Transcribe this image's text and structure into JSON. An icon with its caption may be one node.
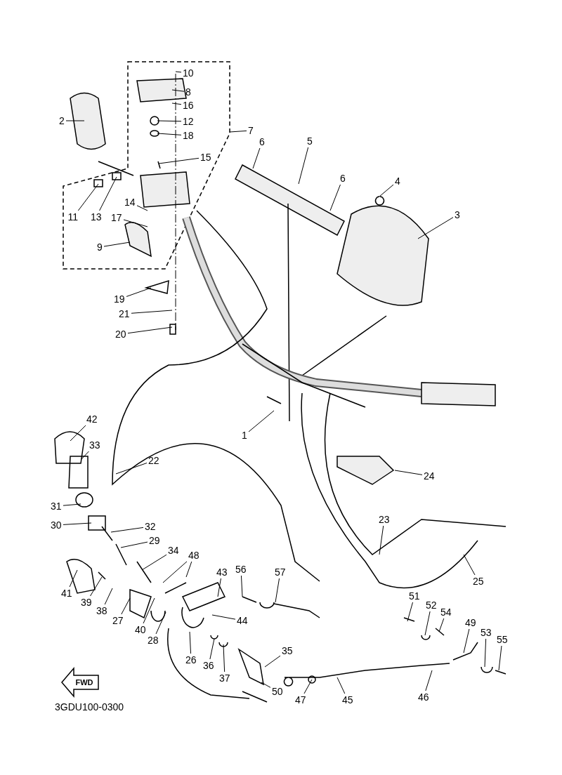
{
  "diagram": {
    "nodes": [
      {
        "text": [
          "10"
        ]
      },
      {
        "text": [
          "8"
        ]
      },
      {
        "text": [
          "16"
        ]
      },
      {
        "text": [
          "12"
        ]
      },
      {
        "text": [
          "18"
        ]
      },
      {
        "text": [
          "7"
        ]
      },
      {
        "text": [
          "15"
        ]
      },
      {
        "text": [
          "2"
        ]
      },
      {
        "text": [
          "11"
        ]
      },
      {
        "text": [
          "13"
        ]
      },
      {
        "text": [
          "14"
        ]
      },
      {
        "text": [
          "17"
        ]
      },
      {
        "text": [
          "9"
        ]
      },
      {
        "text": [
          "19"
        ]
      },
      {
        "text": [
          "21"
        ]
      },
      {
        "text": [
          "20"
        ]
      },
      {
        "text": [
          "6"
        ]
      },
      {
        "text": [
          "5"
        ]
      },
      {
        "text": [
          "6"
        ]
      },
      {
        "text": [
          "4"
        ]
      },
      {
        "text": [
          "3"
        ]
      },
      {
        "text": [
          "1"
        ]
      },
      {
        "text": [
          "42"
        ]
      },
      {
        "text": [
          "33"
        ]
      },
      {
        "text": [
          "22"
        ]
      },
      {
        "text": [
          "24"
        ]
      },
      {
        "text": [
          "31"
        ]
      },
      {
        "text": [
          "30"
        ]
      },
      {
        "text": [
          "32"
        ]
      },
      {
        "text": [
          "29"
        ]
      },
      {
        "text": [
          "34"
        ]
      },
      {
        "text": [
          "48"
        ]
      },
      {
        "text": [
          "41"
        ]
      },
      {
        "text": [
          "39"
        ]
      },
      {
        "text": [
          "38"
        ]
      },
      {
        "text": [
          "27"
        ]
      },
      {
        "text": [
          "40"
        ]
      },
      {
        "text": [
          "28"
        ]
      },
      {
        "text": [
          "43"
        ]
      },
      {
        "text": [
          "56"
        ]
      },
      {
        "text": [
          "57"
        ]
      },
      {
        "text": [
          "44"
        ]
      },
      {
        "text": [
          "26"
        ]
      },
      {
        "text": [
          "36"
        ]
      },
      {
        "text": [
          "37"
        ]
      },
      {
        "text": [
          "35"
        ]
      },
      {
        "text": [
          "50"
        ]
      },
      {
        "text": [
          "47"
        ]
      },
      {
        "text": [
          "45"
        ]
      },
      {
        "text": [
          "46"
        ]
      },
      {
        "text": [
          "23"
        ]
      },
      {
        "text": [
          "25"
        ]
      },
      {
        "text": [
          "51"
        ]
      },
      {
        "text": [
          "52"
        ]
      },
      {
        "text": [
          "54"
        ]
      },
      {
        "text": [
          "49"
        ]
      },
      {
        "text": [
          "53"
        ]
      },
      {
        "text": [
          "55"
        ]
      }
    ],
    "edges": [
      {
        "from": 0,
        "to": null,
        "arrow": "none"
      },
      {
        "from": 1,
        "to": null,
        "arrow": "none"
      },
      {
        "from": 2,
        "to": null,
        "arrow": "none"
      },
      {
        "from": 3,
        "to": null,
        "arrow": "none"
      },
      {
        "from": 4,
        "to": null,
        "arrow": "none"
      },
      {
        "from": 5,
        "to": null,
        "arrow": "none"
      },
      {
        "from": 6,
        "to": null,
        "arrow": "none"
      },
      {
        "from": 7,
        "to": null,
        "arrow": "none"
      },
      {
        "from": 8,
        "to": null,
        "arrow": "none"
      },
      {
        "from": 9,
        "to": null,
        "arrow": "none"
      },
      {
        "from": 10,
        "to": null,
        "arrow": "none"
      },
      {
        "from": 11,
        "to": null,
        "arrow": "none"
      },
      {
        "from": 12,
        "to": null,
        "arrow": "none"
      },
      {
        "from": 13,
        "to": null,
        "arrow": "none"
      },
      {
        "from": 14,
        "to": null,
        "arrow": "none"
      },
      {
        "from": 15,
        "to": null,
        "arrow": "none"
      },
      {
        "from": 16,
        "to": null,
        "arrow": "none"
      },
      {
        "from": 17,
        "to": null,
        "arrow": "none"
      },
      {
        "from": 18,
        "to": null,
        "arrow": "none"
      },
      {
        "from": 19,
        "to": null,
        "arrow": "none"
      },
      {
        "from": 20,
        "to": null,
        "arrow": "none"
      },
      {
        "from": 21,
        "to": null,
        "arrow": "none"
      },
      {
        "from": 22,
        "to": null,
        "arrow": "none"
      },
      {
        "from": 23,
        "to": null,
        "arrow": "none"
      },
      {
        "from": 24,
        "to": null,
        "arrow": "none"
      },
      {
        "from": 25,
        "to": null,
        "arrow": "none"
      },
      {
        "from": 26,
        "to": null,
        "arrow": "none"
      },
      {
        "from": 27,
        "to": null,
        "arrow": "none"
      },
      {
        "from": 28,
        "to": null,
        "arrow": "none"
      },
      {
        "from": 29,
        "to": null,
        "arrow": "none"
      },
      {
        "from": 30,
        "to": null,
        "arrow": "none"
      },
      {
        "from": 31,
        "to": null,
        "arrow": "none"
      },
      {
        "from": 31,
        "to": null,
        "arrow": "none"
      },
      {
        "from": 32,
        "to": null,
        "arrow": "none"
      },
      {
        "from": 33,
        "to": null,
        "arrow": "none"
      },
      {
        "from": 34,
        "to": null,
        "arrow": "none"
      },
      {
        "from": 35,
        "to": null,
        "arrow": "none"
      },
      {
        "from": 36,
        "to": null,
        "arrow": "none"
      },
      {
        "from": 37,
        "to": null,
        "arrow": "none"
      },
      {
        "from": 38,
        "to": null,
        "arrow": "none"
      },
      {
        "from": 39,
        "to": null,
        "arrow": "none"
      },
      {
        "from": 40,
        "to": null,
        "arrow": "none"
      },
      {
        "from": 41,
        "to": null,
        "arrow": "none"
      },
      {
        "from": 42,
        "to": null,
        "arrow": "none"
      },
      {
        "from": 43,
        "to": null,
        "arrow": "none"
      },
      {
        "from": 44,
        "to": null,
        "arrow": "none"
      },
      {
        "from": 45,
        "to": null,
        "arrow": "none"
      },
      {
        "from": 46,
        "to": null,
        "arrow": "none"
      },
      {
        "from": 47,
        "to": null,
        "arrow": "none"
      },
      {
        "from": 48,
        "to": null,
        "arrow": "none"
      },
      {
        "from": 49,
        "to": null,
        "arrow": "none"
      },
      {
        "from": 50,
        "to": null,
        "arrow": "none"
      },
      {
        "from": 51,
        "to": null,
        "arrow": "none"
      },
      {
        "from": 52,
        "to": null,
        "arrow": "none"
      },
      {
        "from": 53,
        "to": null,
        "arrow": "none"
      },
      {
        "from": 54,
        "to": null,
        "arrow": "none"
      },
      {
        "from": 55,
        "to": null,
        "arrow": "none"
      },
      {
        "from": 56,
        "to": null,
        "arrow": "none"
      },
      {
        "from": 57,
        "to": null,
        "arrow": "none"
      }
    ],
    "labels": [
      "FWD",
      "3GDU100-0300"
    ]
  }
}
